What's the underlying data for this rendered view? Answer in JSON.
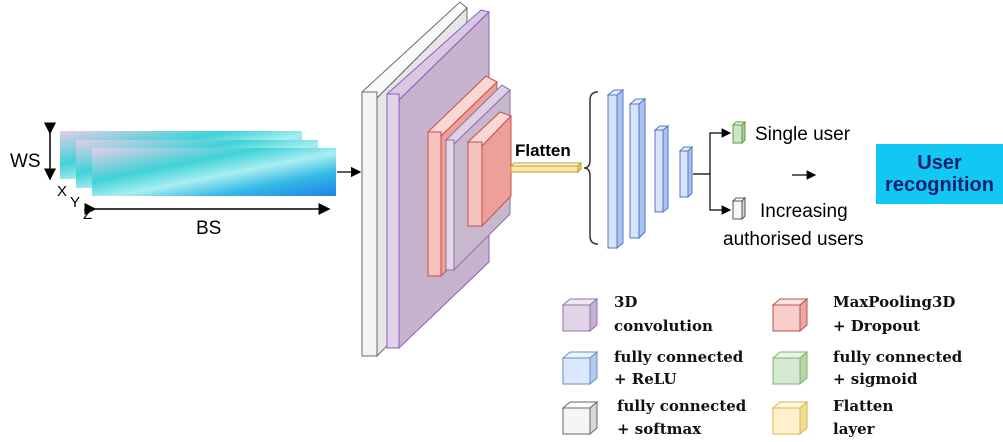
{
  "input": {
    "ws_label": "WS",
    "bs_label": "BS",
    "axis_x": "X",
    "axis_y": "Y",
    "axis_z": "Z"
  },
  "flatten_label": "Flatten",
  "outputs": {
    "single": "Single user",
    "increasing_line1": "Increasing",
    "increasing_line2": "authorised users"
  },
  "result": {
    "line1": "User",
    "line2": "recognition"
  },
  "legend": [
    {
      "line1": "3D",
      "line2": "convolution",
      "color": "#e1d5e7",
      "border": "#9673a6"
    },
    {
      "line1": "MaxPooling3D",
      "line2": "+ Dropout",
      "color": "#f8cecc",
      "border": "#b85450"
    },
    {
      "line1": "fully connected",
      "line2": "+ ReLU",
      "color": "#dae8fc",
      "border": "#6c8ebf"
    },
    {
      "line1": "fully connected",
      "line2": "+ sigmoid",
      "color": "#d5e8d4",
      "border": "#82b366"
    },
    {
      "line1": "fully connected",
      "line2": "+ softmax",
      "color": "#f5f5f5",
      "border": "#666666"
    },
    {
      "line1": "Flatten",
      "line2": "layer",
      "color": "#fff2cc",
      "border": "#d6b656"
    }
  ]
}
